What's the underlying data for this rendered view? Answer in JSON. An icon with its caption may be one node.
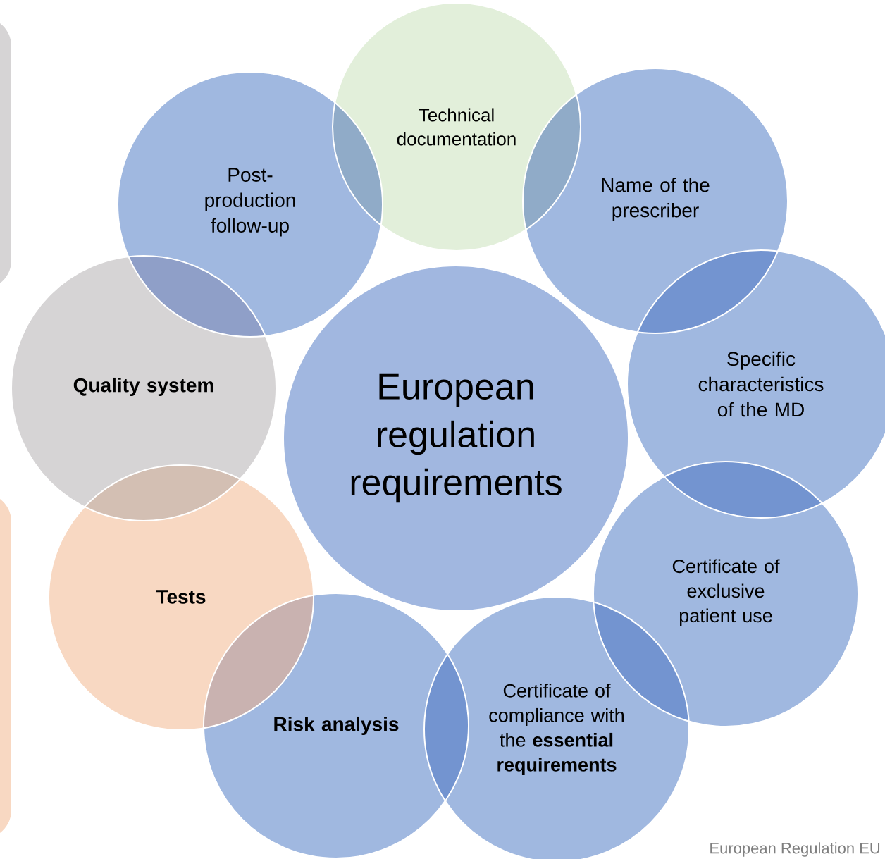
{
  "diagram": {
    "nodes": [
      {
        "text": [
          "European regulation requirements"
        ]
      },
      {
        "text": [
          "Technical documentation"
        ]
      },
      {
        "text": [
          "Name of the prescriber"
        ]
      },
      {
        "text": [
          "Specific characteristics of the MD"
        ]
      },
      {
        "text": [
          "Certificate of exclusive patient use"
        ]
      },
      {
        "text": [
          "Certificate of compliance with the **essential requirements**"
        ]
      },
      {
        "text": [
          "Risk analysis"
        ]
      },
      {
        "text": [
          "Tests"
        ]
      },
      {
        "text": [
          "Quality system"
        ]
      },
      {
        "text": [
          "Post-production follow-up"
        ]
      }
    ],
    "labels": [
      "European Regulation EU"
    ]
  }
}
